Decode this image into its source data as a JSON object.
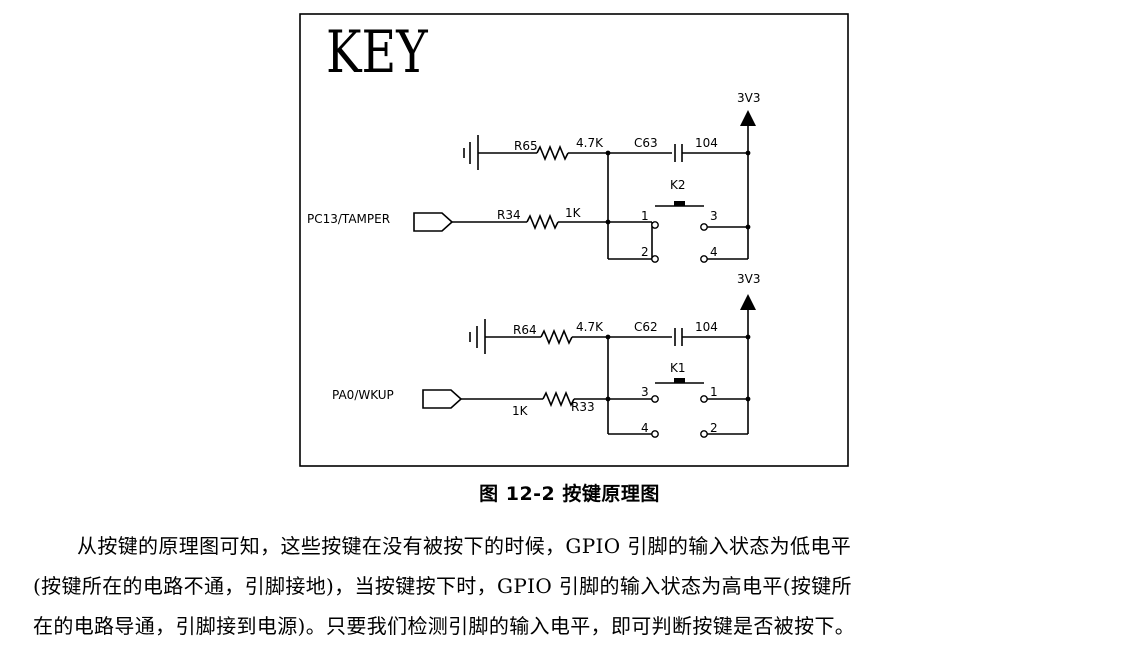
{
  "figure": {
    "title": "KEY",
    "circuits": [
      {
        "supply_label": "3V3",
        "resistor_top": {
          "name": "R65",
          "value": "4.7K"
        },
        "capacitor": {
          "name": "C63",
          "value": "104"
        },
        "switch": {
          "name": "K2",
          "pins": [
            "1",
            "2",
            "3",
            "4"
          ]
        },
        "signal_label": "PC13/TAMPER",
        "resistor_signal": {
          "name": "R34",
          "value": "1K"
        }
      },
      {
        "supply_label": "3V3",
        "resistor_top": {
          "name": "R64",
          "value": "4.7K"
        },
        "capacitor": {
          "name": "C62",
          "value": "104"
        },
        "switch": {
          "name": "K1",
          "pins": [
            "3",
            "4",
            "1",
            "2"
          ]
        },
        "signal_label": "PA0/WKUP",
        "resistor_signal": {
          "name": "R33",
          "value": "1K"
        }
      }
    ],
    "caption": "图 12-2 按键原理图"
  },
  "body": {
    "lines": [
      "从按键的原理图可知，这些按键在没有被按下的时候，GPIO 引脚的输入状态为低电平",
      "(按键所在的电路不通，引脚接地)，当按键按下时，GPIO 引脚的输入状态为高电平(按键所",
      "在的电路导通，引脚接到电源)。只要我们检测引脚的输入电平，即可判断按键是否被按下。"
    ]
  }
}
